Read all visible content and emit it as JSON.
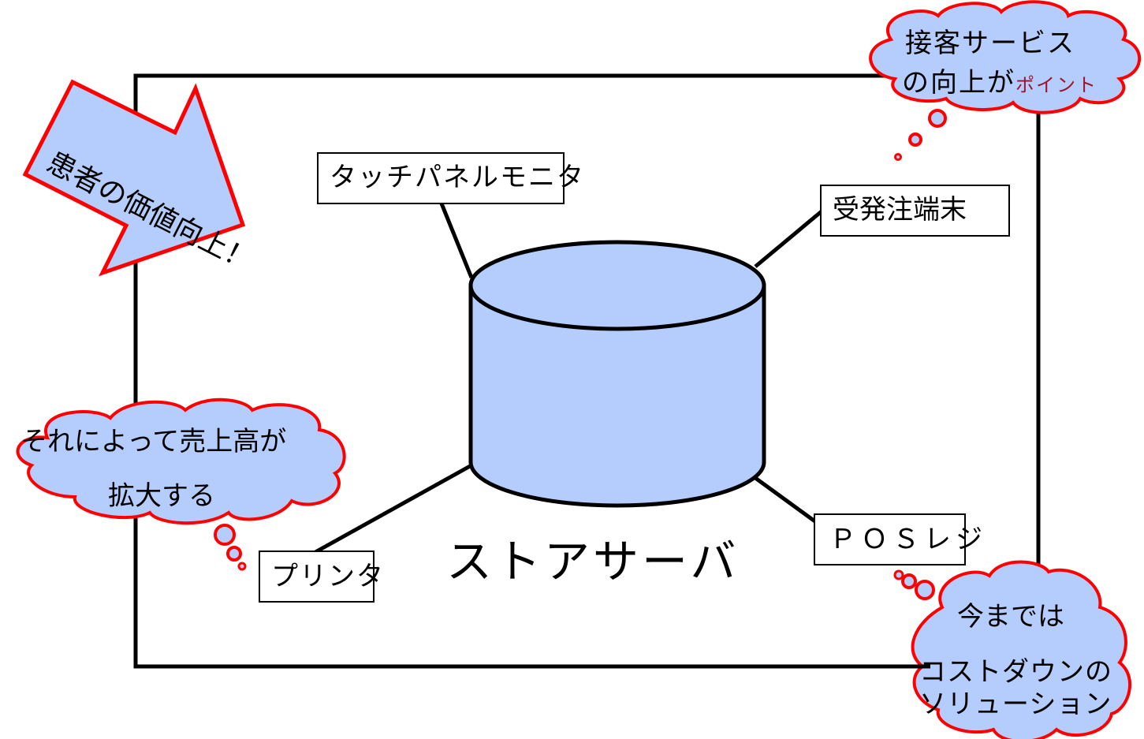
{
  "diagram": {
    "center": {
      "label": "ストアサーバ"
    },
    "devices": [
      {
        "id": "touch-panel",
        "label": "タッチパネルモニタ"
      },
      {
        "id": "order-terminal",
        "label": "受発注端末"
      },
      {
        "id": "pos-register",
        "label": "ＰＯＳレジ"
      },
      {
        "id": "printer",
        "label": "プリンタ"
      }
    ],
    "arrow": {
      "label": "患者の価値向上！"
    },
    "callouts": [
      {
        "id": "service",
        "line1": "接客サービス",
        "line2": "の向上が",
        "accent": "ポイント"
      },
      {
        "id": "sales",
        "line1": "それによって売上高が",
        "line2": "拡大する"
      },
      {
        "id": "cost",
        "line1": "今までは",
        "line2": "コストダウンの",
        "line3": "ソリューション"
      }
    ]
  },
  "colors": {
    "fill": "#b4cdfc",
    "outline_red": "#ff0000",
    "line": "#000000",
    "accent_text": "#a0122b"
  }
}
